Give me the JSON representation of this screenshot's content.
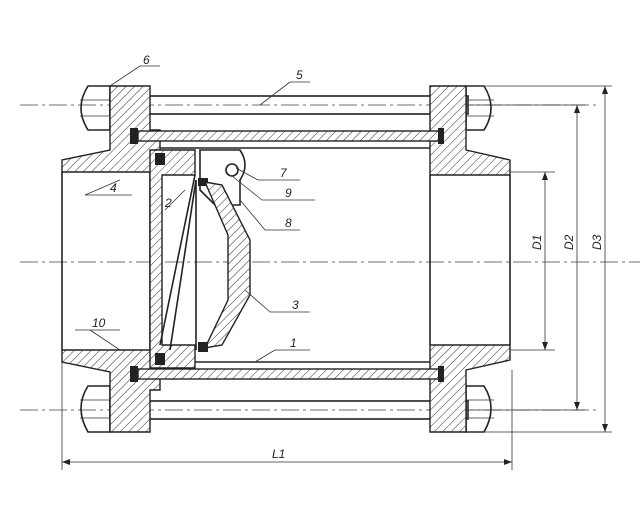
{
  "drawing": {
    "part_labels": {
      "p1": "1",
      "p2": "2",
      "p3": "3",
      "p4": "4",
      "p5": "5",
      "p6": "6",
      "p7": "7",
      "p8": "8",
      "p9": "9",
      "p10": "10"
    },
    "dimensions": {
      "d1": "D1",
      "d2": "D2",
      "d3": "D3",
      "l1": "L1"
    },
    "ink_color": "#222222"
  }
}
